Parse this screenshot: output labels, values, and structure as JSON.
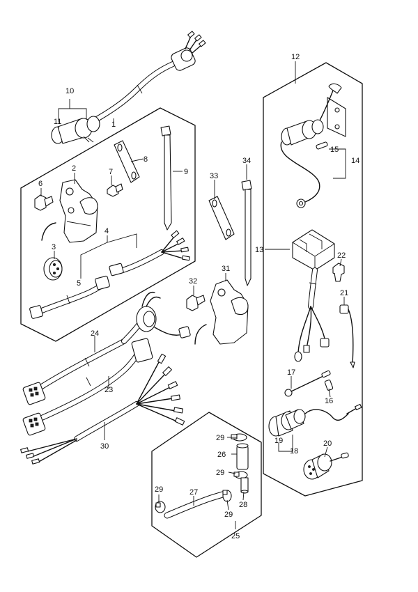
{
  "callouts": [
    {
      "id": "c1",
      "text": "1"
    },
    {
      "id": "c2",
      "text": "2"
    },
    {
      "id": "c3",
      "text": "3"
    },
    {
      "id": "c4",
      "text": "4"
    },
    {
      "id": "c5",
      "text": "5"
    },
    {
      "id": "c6",
      "text": "6"
    },
    {
      "id": "c7",
      "text": "7"
    },
    {
      "id": "c8",
      "text": "8"
    },
    {
      "id": "c9",
      "text": "9"
    },
    {
      "id": "c10",
      "text": "10"
    },
    {
      "id": "c11",
      "text": "11"
    },
    {
      "id": "c12",
      "text": "12"
    },
    {
      "id": "c13",
      "text": "13"
    },
    {
      "id": "c14",
      "text": "14"
    },
    {
      "id": "c15",
      "text": "15"
    },
    {
      "id": "c16",
      "text": "16"
    },
    {
      "id": "c17",
      "text": "17"
    },
    {
      "id": "c18",
      "text": "18"
    },
    {
      "id": "c19",
      "text": "19"
    },
    {
      "id": "c20",
      "text": "20"
    },
    {
      "id": "c21",
      "text": "21"
    },
    {
      "id": "c22",
      "text": "22"
    },
    {
      "id": "c23",
      "text": "23"
    },
    {
      "id": "c24",
      "text": "24"
    },
    {
      "id": "c25",
      "text": "25"
    },
    {
      "id": "c26",
      "text": "26"
    },
    {
      "id": "c27",
      "text": "27"
    },
    {
      "id": "c28",
      "text": "28"
    },
    {
      "id": "c29a",
      "text": "29"
    },
    {
      "id": "c29b",
      "text": "29"
    },
    {
      "id": "c29c",
      "text": "29"
    },
    {
      "id": "c29d",
      "text": "29"
    },
    {
      "id": "c30",
      "text": "30"
    },
    {
      "id": "c31",
      "text": "31"
    },
    {
      "id": "c32",
      "text": "32"
    },
    {
      "id": "c33",
      "text": "33"
    },
    {
      "id": "c34",
      "text": "34"
    }
  ]
}
